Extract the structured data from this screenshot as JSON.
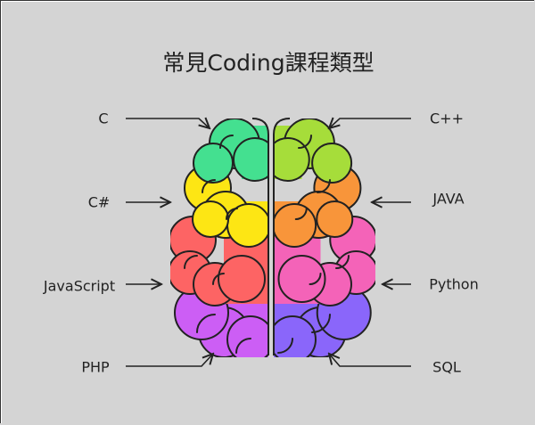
{
  "title": "常見Coding課程類型",
  "left_labels": [
    "C",
    "C#",
    "JavaScript",
    "PHP"
  ],
  "right_labels": [
    "C++",
    "JAVA",
    "Python",
    "SQL"
  ],
  "colors": {
    "background": "#d4d4d4",
    "C": "#44e090",
    "C#": "#fde614",
    "JavaScript": "#fd6464",
    "PHP": "#cc5ef5",
    "C++": "#a6dd3a",
    "JAVA": "#f8953a",
    "Python": "#f463b8",
    "SQL": "#8a66fa"
  }
}
